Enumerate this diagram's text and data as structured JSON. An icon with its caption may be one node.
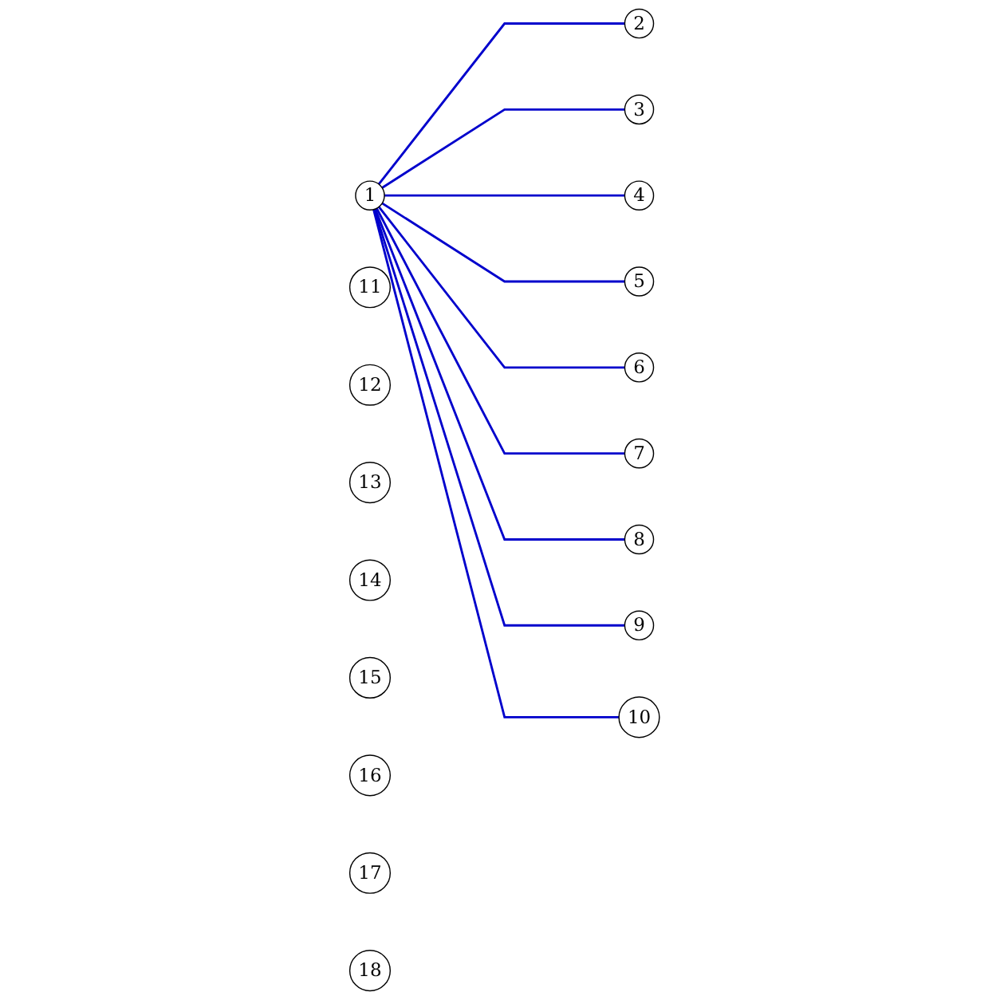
{
  "diagram": {
    "nodes": [
      {
        "text": [
          "1"
        ]
      },
      {
        "text": [
          "2"
        ]
      },
      {
        "text": [
          "3"
        ]
      },
      {
        "text": [
          "4"
        ]
      },
      {
        "text": [
          "5"
        ]
      },
      {
        "text": [
          "6"
        ]
      },
      {
        "text": [
          "7"
        ]
      },
      {
        "text": [
          "8"
        ]
      },
      {
        "text": [
          "9"
        ]
      },
      {
        "text": [
          "10"
        ]
      },
      {
        "text": [
          "11"
        ]
      },
      {
        "text": [
          "12"
        ]
      },
      {
        "text": [
          "13"
        ]
      },
      {
        "text": [
          "14"
        ]
      },
      {
        "text": [
          "15"
        ]
      },
      {
        "text": [
          "16"
        ]
      },
      {
        "text": [
          "17"
        ]
      },
      {
        "text": [
          "18"
        ]
      }
    ],
    "edges": [
      {
        "from": 0,
        "to": 1,
        "arrow": "none"
      },
      {
        "from": 0,
        "to": 2,
        "arrow": "none"
      },
      {
        "from": 0,
        "to": 3,
        "arrow": "none"
      },
      {
        "from": 0,
        "to": 4,
        "arrow": "none"
      },
      {
        "from": 0,
        "to": 5,
        "arrow": "none"
      },
      {
        "from": 0,
        "to": 6,
        "arrow": "none"
      },
      {
        "from": 0,
        "to": 7,
        "arrow": "none"
      },
      {
        "from": 0,
        "to": 8,
        "arrow": "none"
      },
      {
        "from": 0,
        "to": 9,
        "arrow": "none"
      }
    ]
  }
}
